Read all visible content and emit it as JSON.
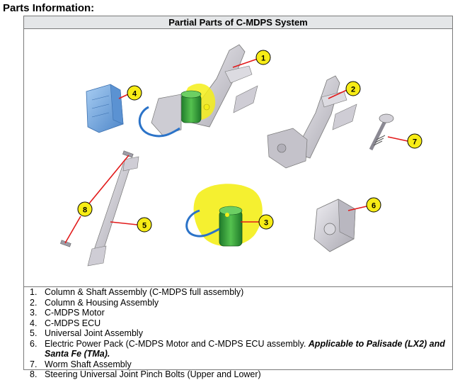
{
  "heading": "Parts Information:",
  "table": {
    "title": "Partial Parts of C-MDPS System"
  },
  "callouts": [
    "1",
    "2",
    "3",
    "4",
    "5",
    "6",
    "7",
    "8"
  ],
  "parts": [
    {
      "num": "1.",
      "text": "Column & Shaft Assembly (C-MDPS full assembly)",
      "note": ""
    },
    {
      "num": "2.",
      "text": "Column & Housing Assembly",
      "note": ""
    },
    {
      "num": "3.",
      "text": "C-MDPS Motor",
      "note": ""
    },
    {
      "num": "4.",
      "text": "C-MDPS ECU",
      "note": ""
    },
    {
      "num": "5.",
      "text": "Universal Joint Assembly",
      "note": ""
    },
    {
      "num": "6.",
      "text": "Electric Power Pack (C-MDPS Motor and C-MDPS ECU assembly. ",
      "note": "Applicable to Palisade (LX2) and Santa Fe (TMa)."
    },
    {
      "num": "7.",
      "text": "Worm Shaft Assembly",
      "note": ""
    },
    {
      "num": "8.",
      "text": "Steering Universal Joint Pinch Bolts (Upper and Lower)",
      "note": ""
    }
  ],
  "colors": {
    "callout_fill": "#f7ec16",
    "leader_line": "#e21a1a",
    "highlight": "#f4ee19",
    "motor": "#3aa040",
    "wire": "#2b73c8",
    "ecu": "#6fa6e0",
    "metal": "#c9c7cf"
  }
}
